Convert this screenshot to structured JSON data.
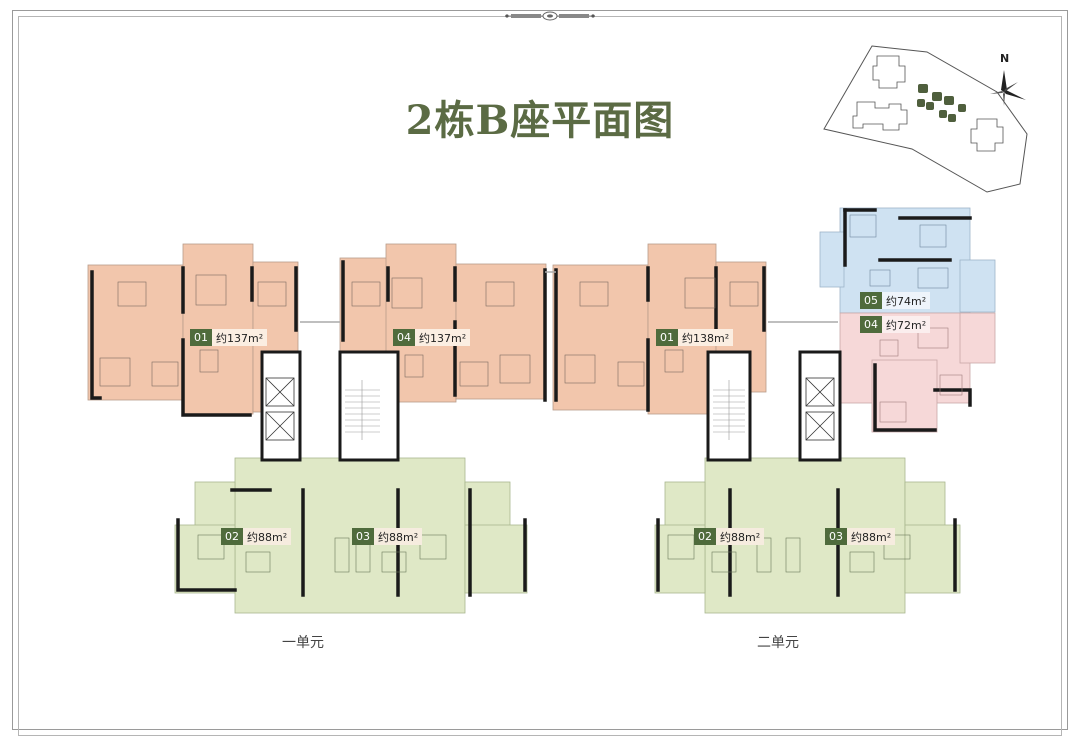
{
  "header": {
    "title": "2栋B座平面图"
  },
  "site_map": {
    "compass_label": "N",
    "highlight_color": "#4f5f3d"
  },
  "colors": {
    "large_units": "#f2c6ac",
    "small_units": "#dfe8c6",
    "unit05": "#cfe2f2",
    "unit04_small": "#f6d8d8",
    "walls": "#1a1a1a",
    "label_bg": "#4f6b3c",
    "title": "#5b6b44"
  },
  "units": [
    {
      "id": "01",
      "area": "约137m²",
      "section": "一单元",
      "color": "orange"
    },
    {
      "id": "04",
      "area": "约137m²",
      "section": "一单元",
      "color": "orange"
    },
    {
      "id": "02",
      "area": "约88m²",
      "section": "一单元",
      "color": "green"
    },
    {
      "id": "03",
      "area": "约88m²",
      "section": "一单元",
      "color": "green"
    },
    {
      "id": "01",
      "area": "约138m²",
      "section": "二单元",
      "color": "orange"
    },
    {
      "id": "05",
      "area": "约74m²",
      "section": "二单元",
      "color": "blue"
    },
    {
      "id": "04",
      "area": "约72m²",
      "section": "二单元",
      "color": "pink"
    },
    {
      "id": "02",
      "area": "约88m²",
      "section": "二单元",
      "color": "green"
    },
    {
      "id": "03",
      "area": "约88m²",
      "section": "二单元",
      "color": "green"
    }
  ],
  "sections": [
    {
      "label": "一单元"
    },
    {
      "label": "二单元"
    }
  ]
}
